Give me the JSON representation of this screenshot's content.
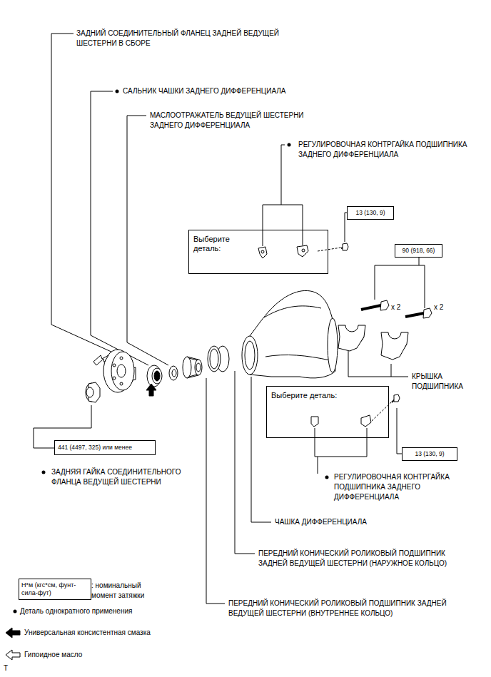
{
  "diagram": {
    "nodes": [
      {
        "text": [
          "Выберите деталь:"
        ]
      },
      {
        "text": [
          "13 (130, 9)"
        ]
      },
      {
        "text": [
          "90 (918, 66)"
        ]
      },
      {
        "text": [
          "Выберите деталь:"
        ]
      },
      {
        "text": [
          "13 (130, 9)"
        ]
      },
      {
        "text": [
          "441 (4497, 325) или менее"
        ]
      },
      {
        "text": [
          "Н*м (кгс*см, фунт-сила-фут)"
        ]
      }
    ],
    "labels": [
      "ЗАДНИЙ СОЕДИНИТЕЛЬНЫЙ ФЛАНЕЦ ЗАДНЕЙ ВЕДУЩЕЙ ШЕСТЕРНИ В СБОРЕ",
      "САЛЬНИК ЧАШКИ ЗАДНЕГО ДИФФЕРЕНЦИАЛА",
      "МАСЛООТРАЖАТЕЛЬ ВЕДУЩЕЙ ШЕСТЕРНИ ЗАДНЕГО ДИФФЕРЕНЦИАЛА",
      "РЕГУЛИРОВОЧНАЯ КОНТРГАЙКА ПОДШИПНИКА ЗАДНЕГО ДИФФЕРЕНЦИАЛА",
      "x 2",
      "x 2",
      "КРЫШКА ПОДШИПНИКА",
      "ЗАДНЯЯ ГАЙКА СОЕДИНИТЕЛЬНОГО ФЛАНЦА ВЕДУЩЕЙ ШЕСТЕРНИ",
      "РЕГУЛИРОВОЧНАЯ КОНТРГАЙКА ПОДШИПНИКА ЗАДНЕГО ДИФФЕРЕНЦИАЛА",
      "ЧАШКА ДИФФЕРЕНЦИАЛА",
      "ПЕРЕДНИЙ КОНИЧЕСКИЙ РОЛИКОВЫЙ ПОДШИПНИК ЗАДНЕЙ ВЕДУЩЕЙ ШЕСТЕРНИ (НАРУЖНОЕ КОЛЬЦО)",
      "ПЕРЕДНИЙ КОНИЧЕСКИЙ РОЛИКОВЫЙ ПОДШИПНИК ЗАДНЕЙ ВЕДУЩЕЙ ШЕСТЕРНИ (ВНУТРЕННЕЕ КОЛЬЦО)",
      "T"
    ],
    "legend": [
      {
        "text": ": номинальный момент затяжки"
      },
      {
        "text": "Деталь однократного применения"
      },
      {
        "text": "Универсальная консистентная смазка"
      },
      {
        "text": "Гипоидное масло"
      }
    ]
  }
}
